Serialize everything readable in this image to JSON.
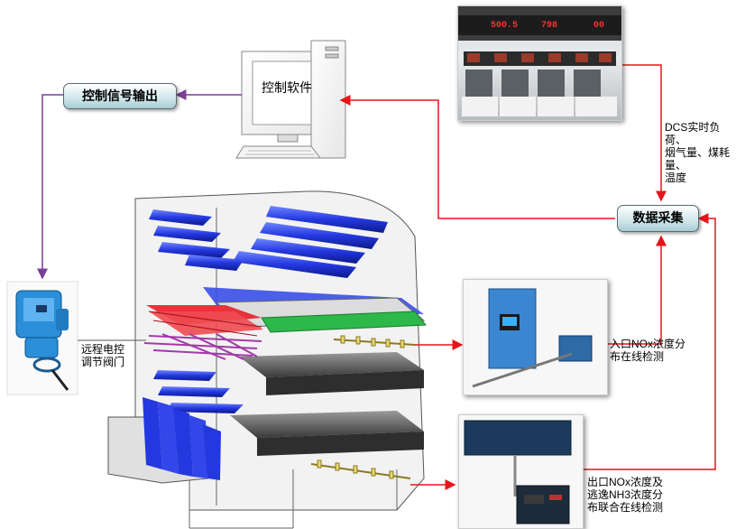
{
  "nodes": {
    "control_signal": "控制信号输出",
    "control_software": "控制软件",
    "data_collection": "数据采集"
  },
  "labels": {
    "dcs": "DCS实时负荷、\n烟气量、煤耗量、\n温度",
    "valve": "远程电控\n调节阀门",
    "inlet": "入口NOx浓度分\n布在线检测",
    "outlet": "出口NOx浓度及\n逃逸NH3浓度分\n布联合在线检测"
  },
  "dcs_screen": {
    "display_1": "500.5",
    "display_2": "798",
    "display_3": "00"
  },
  "colors": {
    "arrow": "#e8141a",
    "signal_line": "#7a3f96",
    "box_fill": "#cfe6ea",
    "catalyst_blue": "#2438e0",
    "heater_red": "#e8323c",
    "grid_green": "#2db84a"
  }
}
